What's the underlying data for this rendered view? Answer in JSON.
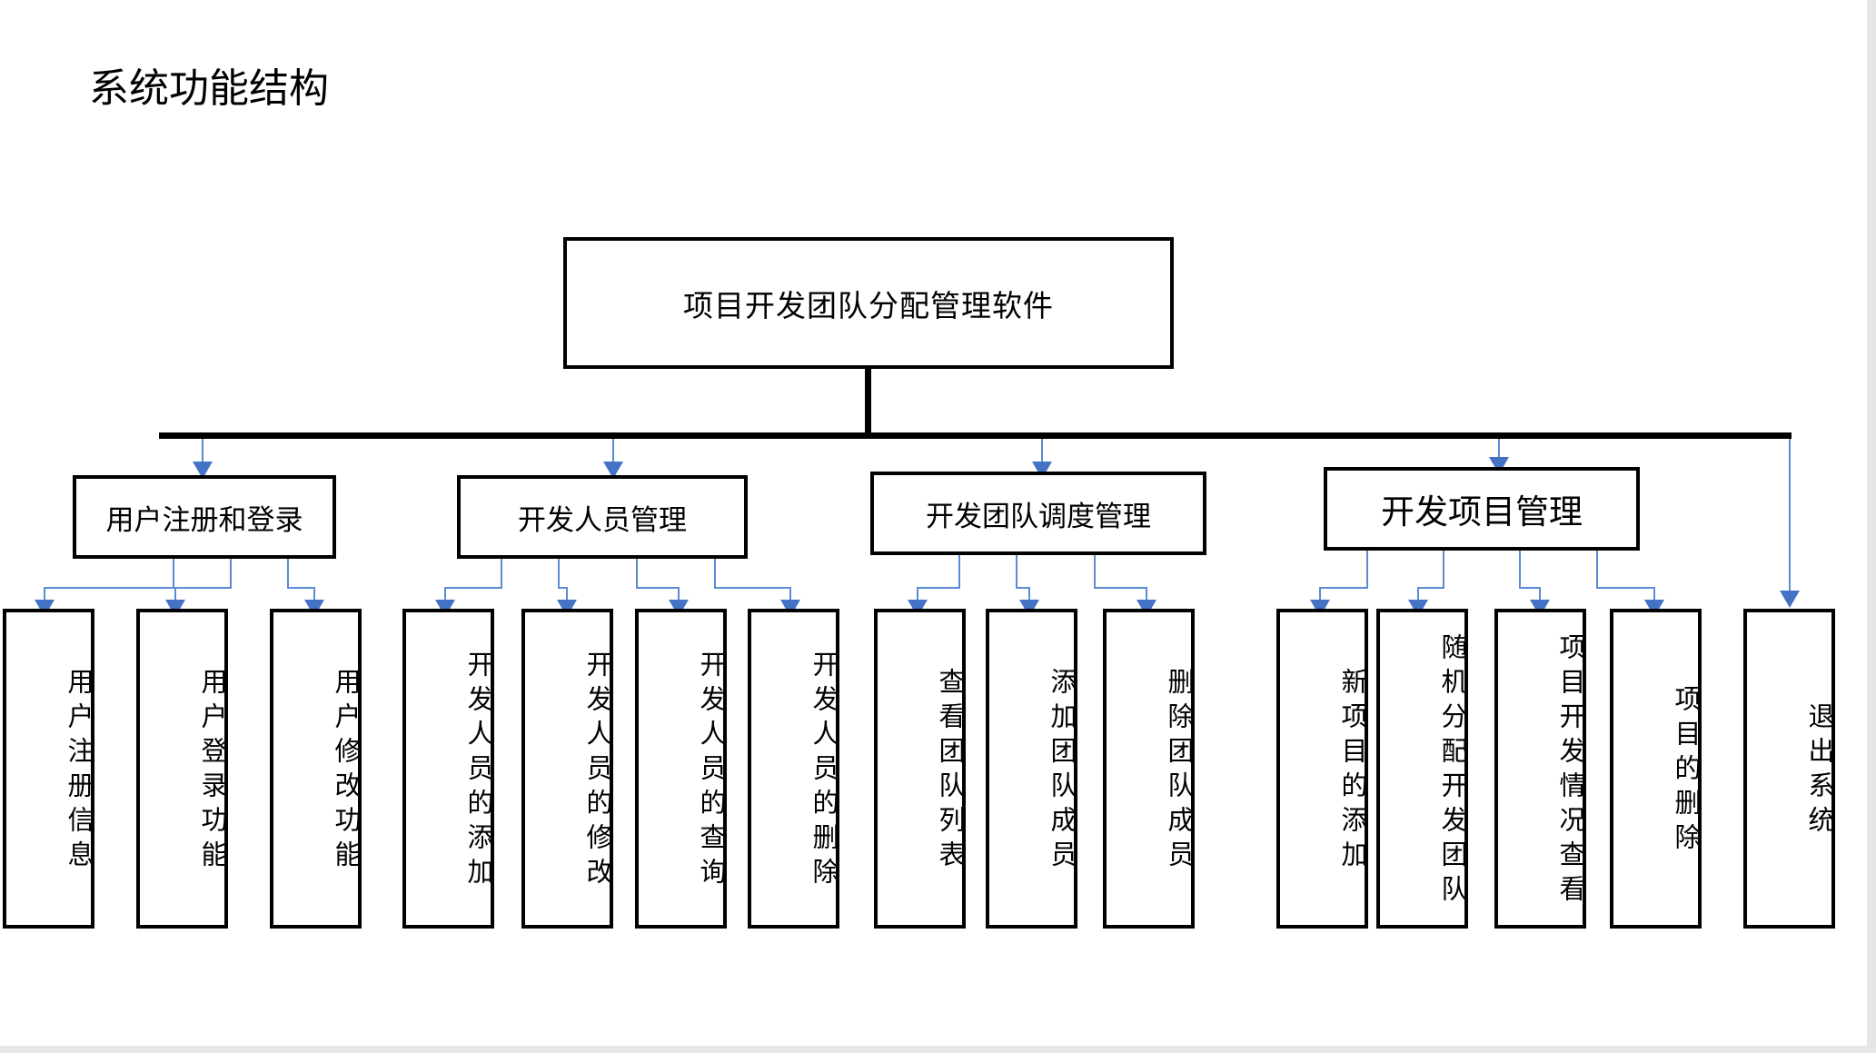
{
  "title": "系统功能结构",
  "colors": {
    "node_border": "#000000",
    "connector_black": "#000000",
    "connector_blue": "#4472c4",
    "connector_blue_light": "#5b8bd5",
    "background": "#ffffff"
  },
  "root": {
    "label": "项目开发团队分配管理软件"
  },
  "level2": [
    {
      "label": "用户注册和登录"
    },
    {
      "label": "开发人员管理"
    },
    {
      "label": "开发团队调度管理"
    },
    {
      "label": "开发项目管理"
    }
  ],
  "leaves": [
    {
      "label": "用户注册信息",
      "parent": "用户注册和登录"
    },
    {
      "label": "用户登录功能",
      "parent": "用户注册和登录"
    },
    {
      "label": "用户修改功能",
      "parent": "用户注册和登录"
    },
    {
      "label": "开发人员的添加",
      "parent": "开发人员管理"
    },
    {
      "label": "开发人员的修改",
      "parent": "开发人员管理"
    },
    {
      "label": "开发人员的查询",
      "parent": "开发人员管理"
    },
    {
      "label": "开发人员的删除",
      "parent": "开发人员管理"
    },
    {
      "label": "查看团队列表",
      "parent": "开发团队调度管理"
    },
    {
      "label": "添加团队成员",
      "parent": "开发团队调度管理"
    },
    {
      "label": "删除团队成员",
      "parent": "开发团队调度管理"
    },
    {
      "label": "新项目的添加",
      "parent": "开发项目管理"
    },
    {
      "label": "随机分配开发团队",
      "parent": "开发项目管理"
    },
    {
      "label": "项目开发情况查看",
      "parent": "开发项目管理"
    },
    {
      "label": "项目的删除",
      "parent": "开发项目管理"
    },
    {
      "label": "退出系统",
      "parent": "项目开发团队分配管理软件"
    }
  ]
}
